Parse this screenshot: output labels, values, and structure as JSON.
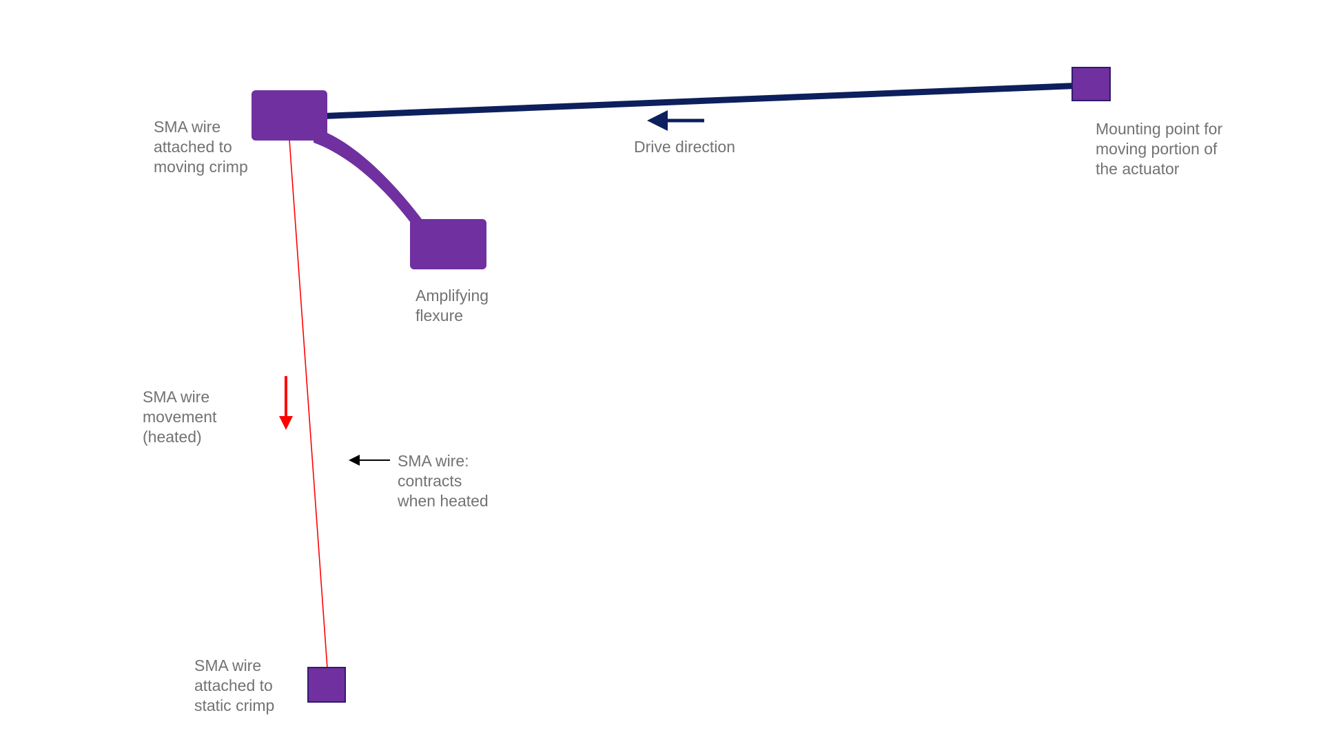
{
  "diagram": {
    "labels": {
      "moving_crimp": [
        "SMA wire",
        "attached to",
        "moving crimp"
      ],
      "drive_direction": "Drive direction",
      "mounting_point": [
        "Mounting point for",
        "moving portion of",
        "the actuator"
      ],
      "amplifying_flexure": [
        "Amplifying",
        "flexure"
      ],
      "wire_movement": [
        "SMA wire",
        "movement",
        "(heated)"
      ],
      "wire_contracts": [
        "SMA wire:",
        "contracts",
        "when heated"
      ],
      "static_crimp": [
        "SMA wire",
        "attached to",
        "static crimp"
      ]
    },
    "colors": {
      "component_fill": "#7030a0",
      "component_outline": "#2f1b6b",
      "drive_arm": "#0d1f5c",
      "sma_wire": "#ff0000",
      "label_text": "#727272",
      "pointer_arrow": "#000000"
    },
    "icons": {
      "drive_arrow": "arrow-left",
      "movement_arrow": "arrow-down",
      "pointer_arrow": "arrow-left"
    }
  }
}
